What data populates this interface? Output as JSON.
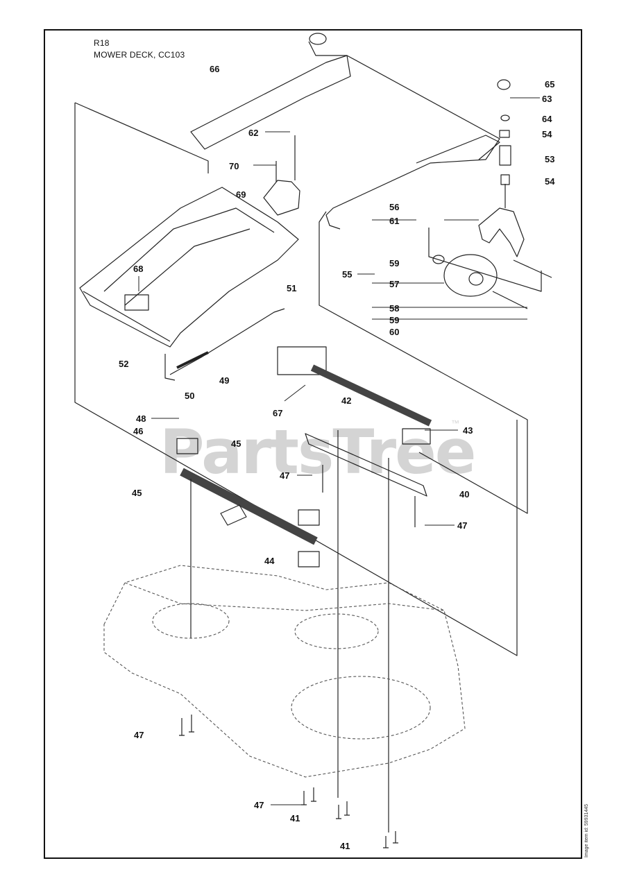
{
  "header": {
    "code": "R18",
    "title": "MOWER DECK, CC103"
  },
  "watermark": {
    "text": "PartsTree",
    "tm": "™"
  },
  "side_note": "Image item id: 59931445",
  "callouts": [
    {
      "id": "c66a",
      "text": "66"
    },
    {
      "id": "c65",
      "text": "65"
    },
    {
      "id": "c63",
      "text": "63"
    },
    {
      "id": "c64",
      "text": "64"
    },
    {
      "id": "c54a",
      "text": "54"
    },
    {
      "id": "c53",
      "text": "53"
    },
    {
      "id": "c54b",
      "text": "54"
    },
    {
      "id": "c62",
      "text": "62"
    },
    {
      "id": "c70",
      "text": "70"
    },
    {
      "id": "c69",
      "text": "69"
    },
    {
      "id": "c56",
      "text": "56"
    },
    {
      "id": "c61",
      "text": "61"
    },
    {
      "id": "c59a",
      "text": "59"
    },
    {
      "id": "c55",
      "text": "55"
    },
    {
      "id": "c57",
      "text": "57"
    },
    {
      "id": "c58",
      "text": "58"
    },
    {
      "id": "c59b",
      "text": "59"
    },
    {
      "id": "c60",
      "text": "60"
    },
    {
      "id": "c68",
      "text": "68"
    },
    {
      "id": "c51",
      "text": "51"
    },
    {
      "id": "c52",
      "text": "52"
    },
    {
      "id": "c49",
      "text": "49"
    },
    {
      "id": "c50",
      "text": "50"
    },
    {
      "id": "c67",
      "text": "67"
    },
    {
      "id": "c42",
      "text": "42"
    },
    {
      "id": "c48",
      "text": "48"
    },
    {
      "id": "c46",
      "text": "46"
    },
    {
      "id": "c45a",
      "text": "45"
    },
    {
      "id": "c43",
      "text": "43"
    },
    {
      "id": "c47a",
      "text": "47"
    },
    {
      "id": "c45b",
      "text": "45"
    },
    {
      "id": "c40",
      "text": "40"
    },
    {
      "id": "c47b",
      "text": "47"
    },
    {
      "id": "c44",
      "text": "44"
    },
    {
      "id": "c47c",
      "text": "47"
    },
    {
      "id": "c47d",
      "text": "47"
    },
    {
      "id": "c41a",
      "text": "41"
    },
    {
      "id": "c41b",
      "text": "41"
    }
  ]
}
